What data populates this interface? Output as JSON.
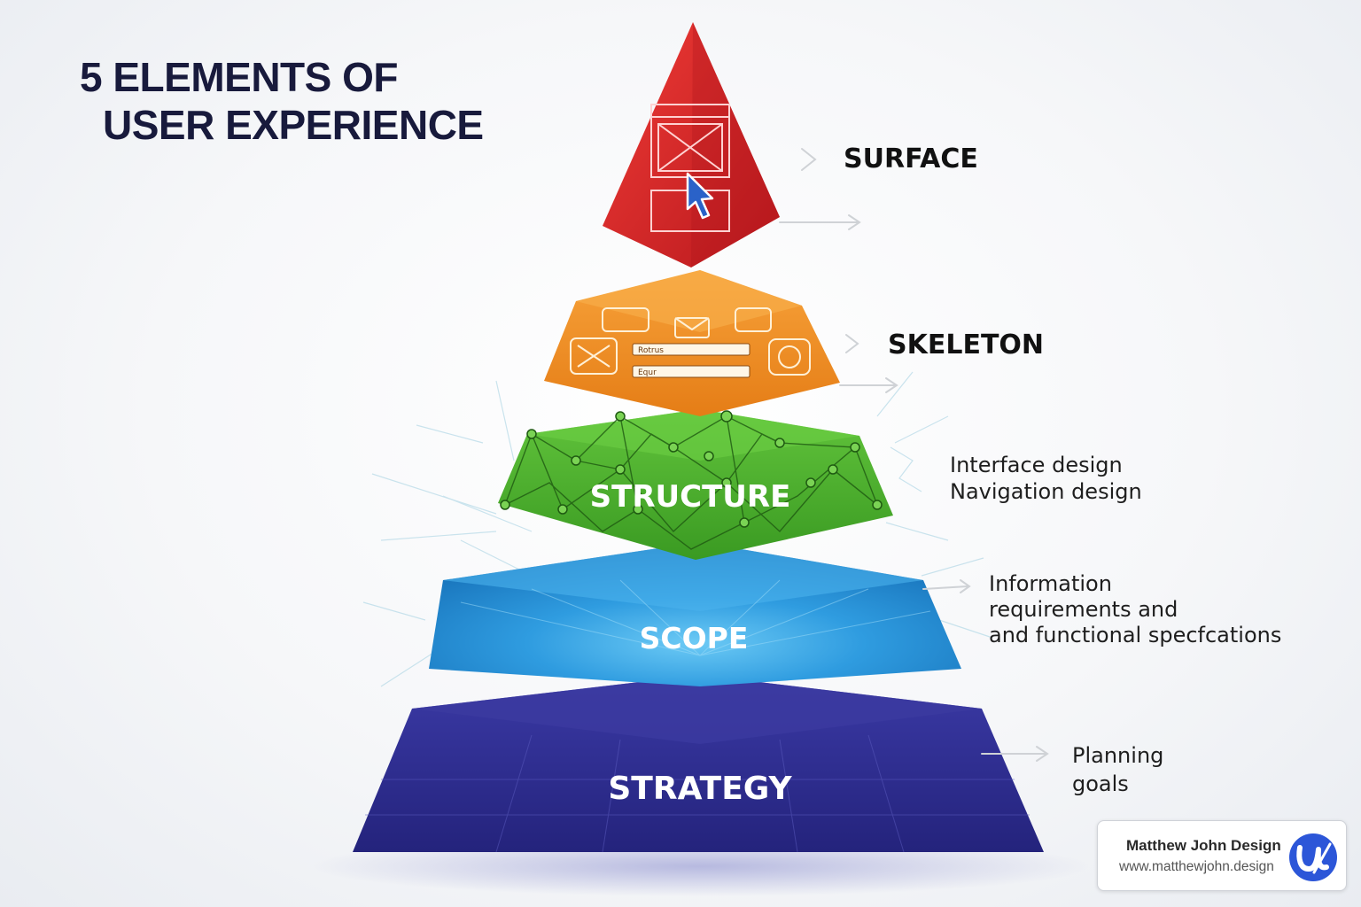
{
  "title": {
    "line1": "5 ELEMENTS OF",
    "line2": "USER EXPERIENCE"
  },
  "layers": [
    {
      "id": "surface",
      "label": "SURFACE",
      "color": "#d42a2c"
    },
    {
      "id": "skeleton",
      "label": "SKELETON",
      "color": "#f28e24"
    },
    {
      "id": "structure",
      "label": "STRUCTURE",
      "color": "#4aad2c"
    },
    {
      "id": "scope",
      "label": "SCOPE",
      "color": "#1e8ed8"
    },
    {
      "id": "strategy",
      "label": "STRATEGY",
      "color": "#2c2a8c"
    }
  ],
  "skeleton_fields": {
    "field1": "Rotrus",
    "field2": "Equr"
  },
  "descriptions": {
    "structure": [
      "Interface design",
      "Navigation design"
    ],
    "scope": [
      "Information",
      "requirements and",
      "and functional specfcations"
    ],
    "strategy": [
      "Planning",
      "goals"
    ]
  },
  "brand": {
    "name": "Matthew John Design",
    "url": "www.matthewjohn.design",
    "logo_icon": "matthew-john-logo-icon",
    "accent": "#2c56d8"
  }
}
